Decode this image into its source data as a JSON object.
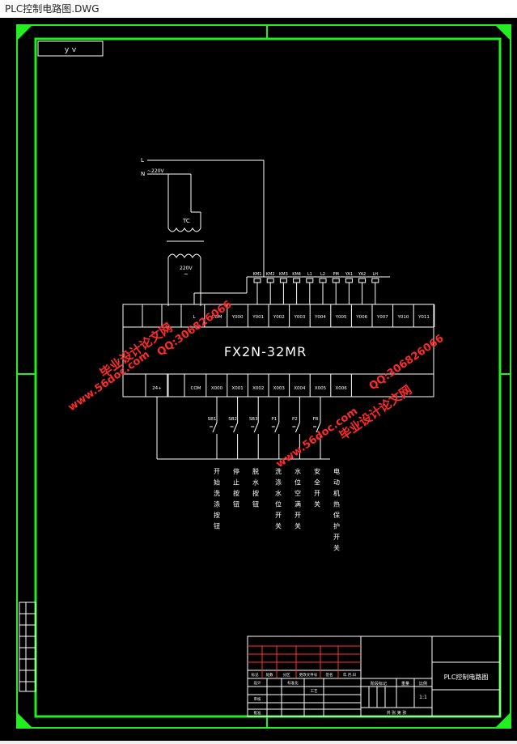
{
  "window": {
    "title": "PLC控制电路图.DWG"
  },
  "drawing": {
    "corner_box": "ｙｖ",
    "supply": {
      "line_l": "L",
      "line_n": "N",
      "voltage": "~220V"
    },
    "transformer": {
      "label": "TC",
      "secondary_voltage": "220V",
      "secondary_symbol": "~"
    },
    "output_loads": [
      "KM1",
      "KM2",
      "KM3",
      "KM4",
      "L1",
      "L2",
      "PM",
      "YA1",
      "YA2",
      "LH"
    ],
    "output_terminals": [
      "L",
      "COM",
      "Y000",
      "Y001",
      "Y002",
      "Y003",
      "Y004",
      "Y005",
      "Y006",
      "Y007",
      "Y010",
      "Y011"
    ],
    "plc_model": "FX2N-32MR",
    "input_terminals": [
      "24+",
      "COM",
      "X000",
      "X001",
      "X002",
      "X003",
      "X004",
      "X005",
      "X006"
    ],
    "input_devices": [
      "SB1",
      "SB2",
      "SB3",
      "P1",
      "P2",
      "FR"
    ],
    "input_descriptions": [
      "开始洗涤按钮",
      "停止按钮",
      "脱水按钮",
      "洗涤水位开关",
      "水位空满开关",
      "安全开关",
      "电动机热保护开关"
    ],
    "watermarks": [
      "毕业设计论文网",
      "www.56doc.com",
      "QQ:306826066"
    ]
  },
  "title_block": {
    "drawing_name": "PLC控制电路图",
    "header_cells": [
      "标记",
      "处数",
      "分区",
      "更改文件号",
      "签名",
      "年.月.日"
    ],
    "side_labels": [
      "设计",
      "标准化",
      "审核",
      "工艺",
      "批准"
    ],
    "stage_label": "阶段标记",
    "weight_label": "重量",
    "scale_label": "比例",
    "scale_value": "1:1",
    "sheet_info": "共  张  第  张"
  }
}
